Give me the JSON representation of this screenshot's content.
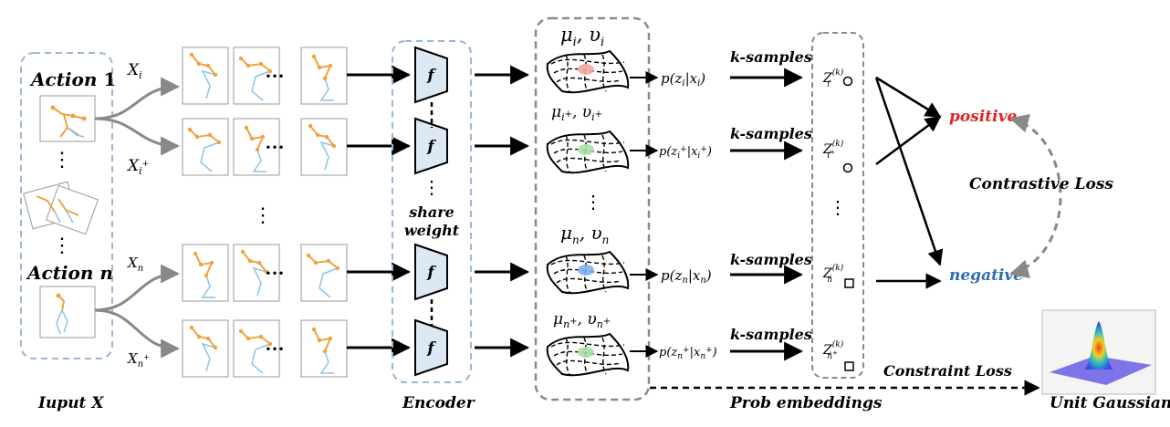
{
  "input": {
    "action1_word": "Action",
    "action1_num": "1",
    "actionn_word": "Action",
    "actionn_num": "n",
    "caption": "Iuput X",
    "vdots": "⋮"
  },
  "rows": [
    {
      "xlabel": "X",
      "xsub": "i",
      "xsup": "",
      "musig_mu": "μ",
      "musig_sub": "i",
      "musig_sup": "",
      "musig_v": "υ",
      "prob_main": "p(z",
      "prob_sub": "i",
      "prob_sup": "",
      "prob_mid": "|x",
      "prob_sub2": "i",
      "prob_sup2": "",
      "prob_end": ")",
      "ksamples": "k-samples",
      "z_main": "Z",
      "z_sup": "(k)",
      "z_sub": "i",
      "z_subsup": "",
      "marker": "circle"
    },
    {
      "xlabel": "X",
      "xsub": "i",
      "xsup": "+",
      "musig_mu": "μ",
      "musig_sub": "i",
      "musig_sup": "+",
      "musig_v": "υ",
      "prob_main": "p(z",
      "prob_sub": "i",
      "prob_sup": "+",
      "prob_mid": "|x",
      "prob_sub2": "i",
      "prob_sup2": "+",
      "prob_end": ")",
      "ksamples": "k-samples",
      "z_main": "Z",
      "z_sup": "(k)",
      "z_sub": "i",
      "z_subsup": "+",
      "marker": "circle"
    },
    {
      "xlabel": "X",
      "xsub": "n",
      "xsup": "",
      "musig_mu": "μ",
      "musig_sub": "n",
      "musig_sup": "",
      "musig_v": "υ",
      "prob_main": "p(z",
      "prob_sub": "n",
      "prob_sup": "",
      "prob_mid": "|x",
      "prob_sub2": "n",
      "prob_sup2": "",
      "prob_end": ")",
      "ksamples": "k-samples",
      "z_main": "Z",
      "z_sup": "(k)",
      "z_sub": "n",
      "z_subsup": "",
      "marker": "square"
    },
    {
      "xlabel": "X",
      "xsub": "n",
      "xsup": "+",
      "musig_mu": "μ",
      "musig_sub": "n",
      "musig_sup": "+",
      "musig_v": "υ",
      "prob_main": "p(z",
      "prob_sub": "n",
      "prob_sup": "+",
      "prob_mid": "|x",
      "prob_sub2": "n",
      "prob_sup2": "+",
      "prob_end": ")",
      "ksamples": "k-samples",
      "z_main": "Z",
      "z_sup": "(k)",
      "z_sub": "n",
      "z_subsup": "+",
      "marker": "square"
    }
  ],
  "frames_ellipsis": "•••",
  "encoder": {
    "f_label": "f",
    "share_line1": "share",
    "share_line2": "weight",
    "caption": "Encoder"
  },
  "embeddings": {
    "caption": "Prob embeddings"
  },
  "outputs": {
    "positive": "positive",
    "negative": "negative",
    "contrastive": "Contrastive Loss",
    "constraint": "Constraint Loss",
    "gaussian_caption": "Unit Gaussian"
  },
  "colors": {
    "dashed_blue": "#9bb7d4",
    "dashed_gray": "#8a8a8a",
    "encoder_fill": "#dce9f5",
    "positive": "#e02424",
    "negative": "#2f6db5",
    "orange_joint": "#f0a23c",
    "blue_joint": "#8cc4ec",
    "dot_red": "#f4a9a0",
    "dot_green": "#a8e0a8",
    "dot_blue": "#7fb0e8"
  }
}
